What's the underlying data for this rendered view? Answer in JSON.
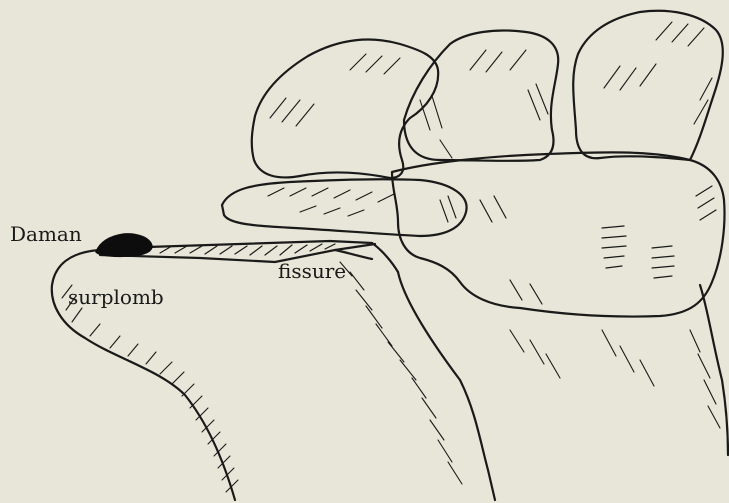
{
  "labels": {
    "daman": "Daman",
    "surplomb": "surplomb",
    "fissure": "fissure"
  },
  "colors": {
    "background": "#e7e6d8",
    "ink": "#1a1a1a"
  }
}
